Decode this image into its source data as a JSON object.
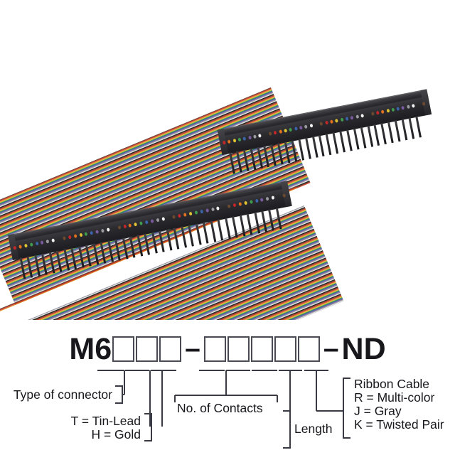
{
  "product_photo": {
    "name": "ribbon-cable-idc-connector-assembly",
    "cable_type": "multi-color rainbow ribbon cable",
    "connector_count": 2,
    "ribbon_colors": [
      "#6b4a2f",
      "#c5262a",
      "#e0711f",
      "#ddc233",
      "#3f9b4d",
      "#3a63ab",
      "#7b5ba0",
      "#8e9095",
      "#f2f2f2",
      "#1d1d1d"
    ],
    "connector_body_color": "#2a2a2e",
    "contact_dot_colors": [
      "#c5262a",
      "#e0711f",
      "#ddc233",
      "#3f9b4d",
      "#3a63ab",
      "#7b5ba0",
      "#9a9ca0",
      "#f2f2f2",
      "#2b2b2b",
      "#6b4a2f"
    ]
  },
  "part_number": {
    "prefix": "M6",
    "dash": "–",
    "suffix": "ND",
    "group1_boxes": 3,
    "group2_boxes": 5
  },
  "callouts": {
    "type_of_connector": "Type of connector",
    "plating_line1": "T = Tin-Lead",
    "plating_line2": "H = Gold",
    "no_of_contacts": "No. of Contacts",
    "length": "Length",
    "cable_line1": "Ribbon Cable",
    "cable_line2": "R = Multi-color",
    "cable_line3": "J = Gray",
    "cable_line4": "K = Twisted Pair"
  },
  "colors": {
    "line": "#3a3a45",
    "text": "#17171c",
    "background": "#ffffff"
  }
}
